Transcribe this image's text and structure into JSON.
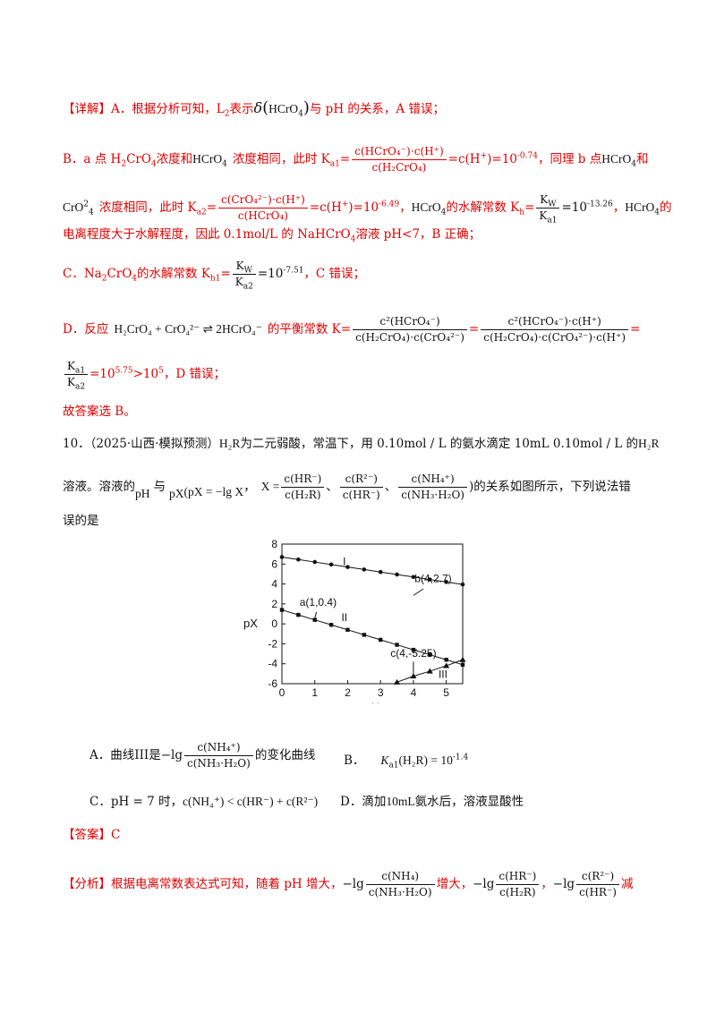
{
  "detail": {
    "tag": "【详解】",
    "a1": "A．根据分析可知，L",
    "a1_sub": "2",
    "a2": "表示",
    "a_delta": "δ",
    "a_species": "HCrO",
    "a_species_sub": "4",
    "a3": "与 pH 的关系，A 错误；",
    "b1": "B．a 点 H",
    "b1_s1": "2",
    "b1_m": "CrO",
    "b1_s2": "4",
    "b1_e": "浓度和",
    "b_hcro4": "HCrO",
    "b_hcro4_sub": "4",
    "b2": "浓度相同，此时 K",
    "b2_sub": "a1",
    "b2_eq": "=",
    "b_frac1_num": "c(HCrO₄⁻)⋅c(H⁺)",
    "b_frac1_den": "c(H₂CrO₄)",
    "b3": "=c(H",
    "b3_sup": "+",
    "b3_m": ")=10",
    "b3_exp": "-0.74",
    "b3_e": "，同理 b 点",
    "b4": "和",
    "c_cro4": "CrO",
    "c_cro4_sup": "2",
    "c_cro4_sub": "4",
    "c1": "浓度相同，此时 K",
    "c1_sub": "a2",
    "c_frac_num": "c(CrO₄²⁻)⋅c(H⁺)",
    "c_frac_den": "c(HCrO₄)",
    "c2": "=c(H",
    "c2_sup": "+",
    "c2_m": ")=10",
    "c2_exp": "-6.49",
    "c2_e": "，",
    "c3": "的水解常数 K",
    "c3_sub": "h",
    "c3_eq": "=",
    "c_kw": "K",
    "c_kw_sub": "W",
    "c_ka1": "K",
    "c_ka1_sub": "a1",
    "c4": "=10",
    "c4_exp": "-13.26",
    "c4_e": "，",
    "c5": "的",
    "d1": "电离程度大于水解程度，因此 0.1mol/L 的 NaHCrO",
    "d1_sub": "4",
    "d1_e": "溶液 pH<7，B 正确；",
    "e1": "C．Na",
    "e1_s1": "2",
    "e1_m": "CrO",
    "e1_s2": "4",
    "e1_e": "的水解常数 K",
    "e1_sub": "h1",
    "e1_eq": "=",
    "e_kw": "K",
    "e_kw_sub": "W",
    "e_ka2": "K",
    "e_ka2_sub": "a2",
    "e2": "=10",
    "e2_exp": "-7.51",
    "e2_e": "，C 错误；",
    "f1": "D．反应",
    "f_eq": "H₂CrO₄ + CrO₄²⁻ ⇌ 2HCrO₄⁻",
    "f2": "的平衡常数 K=",
    "f_frac1_num": "c²(HCrO₄⁻)",
    "f_frac1_den": "c(H₂CrO₄)⋅c(CrO₄²⁻)",
    "f_frac2_num": "c²(HCrO₄⁻)⋅c(H⁺)",
    "f_frac2_den": "c(H₂CrO₄)⋅c(CrO₄²⁻)⋅c(H⁺)",
    "f_eq2": "=",
    "g_ka1": "K",
    "g_ka1_sub": "a1",
    "g_ka2": "K",
    "g_ka2_sub": "a2",
    "g1": "=10",
    "g1_exp": "5.75",
    "g1_m": ">10",
    "g1_exp2": "5",
    "g1_e": "，D 错误；",
    "h1": "故答案选 B。"
  },
  "question": {
    "num": "10．（2025·山西·模拟预测）",
    "h2r": "H₂R",
    "q1": "为二元弱酸，常温下，用 0.10mol / L 的氨水滴定 10mL 0.10mol / L 的",
    "q2": "溶液。溶液的",
    "ph": "pH",
    "yu": "与",
    "px": "pX",
    "px_def": "(pX = −lg X",
    "comma": "，",
    "x_eq": "X =",
    "x1_num": "c(HR⁻)",
    "x1_den": "c(H₂R)",
    "x2_num": "c(R²⁻)",
    "x2_den": "c(HR⁻)",
    "x3_num": "c(NH₄⁺)",
    "x3_den": "c(NH₃·H₂O)",
    "sep": "、",
    "q3": ")的关系如图所示，下列说法错",
    "q4": "误的是"
  },
  "chart_data": {
    "type": "line",
    "xlabel": "pH",
    "ylabel": "pX",
    "xlim": [
      0,
      5.5
    ],
    "ylim": [
      -6,
      8
    ],
    "xticks": [
      "0",
      "1",
      "2",
      "3",
      "4",
      "5"
    ],
    "yticks": [
      "8",
      "6",
      "4",
      "2",
      "0",
      "-2",
      "-4",
      "-6"
    ],
    "series": [
      {
        "name": "I",
        "x": [
          0,
          0.5,
          1,
          1.5,
          2,
          2.5,
          3,
          3.5,
          4,
          4.5,
          5,
          5.5
        ],
        "y": [
          6.7,
          6.45,
          6.2,
          5.95,
          5.7,
          5.45,
          5.2,
          4.95,
          4.7,
          4.45,
          4.2,
          3.95
        ],
        "marker": "circle"
      },
      {
        "name": "II",
        "x": [
          0,
          0.5,
          1,
          1.5,
          2,
          2.5,
          3,
          3.5,
          4,
          4.5,
          5,
          5.5
        ],
        "y": [
          1.4,
          0.9,
          0.4,
          -0.1,
          -0.6,
          -1.1,
          -1.6,
          -2.1,
          -2.6,
          -3.1,
          -3.6,
          -4.1
        ],
        "marker": "square"
      },
      {
        "name": "III",
        "x": [
          3.5,
          4,
          4.5,
          5,
          5.5
        ],
        "y": [
          -5.85,
          -5.25,
          -4.75,
          -4.2,
          -3.6
        ],
        "marker": "triangle"
      }
    ],
    "annotations": [
      "b(4,2.7)",
      "a(1,0.4)",
      "c(4,-5.25)",
      "I",
      "II",
      "III"
    ]
  },
  "options": {
    "A_pre": "A．曲线III是",
    "A_lg": "−lg",
    "A_num": "c(NH₄⁺)",
    "A_den": "c(NH₃·H₂O)",
    "A_post": "的变化曲线",
    "B_pre": "B．",
    "B_ka": "K",
    "B_ka_sub": "a1",
    "B_mid": "(H₂R) = 10",
    "B_exp": "-1.4",
    "C_pre": "C．pH = 7 时，",
    "C_expr": "c(NH₄⁺) < c(HR⁻) + c(R²⁻)",
    "D_pre": "D．滴加",
    "D_ml": "10mL",
    "D_post": "氨水后，溶液显酸性"
  },
  "answer": {
    "label": "【答案】C"
  },
  "analysis": {
    "tag": "【分析】",
    "t1": "根据电离常数表达式可知，随着 pH 增大，",
    "lg": "−lg",
    "n1_num": "c(NH₄)",
    "n1_den": "c(NH₃·H₂O)",
    "t2": "增大，",
    "n2_num": "c(HR⁻)",
    "n2_den": "c(H₂R)",
    "comma": "，",
    "n3_num": "c(R²⁻)",
    "n3_den": "c(HR⁻)",
    "t3": "减"
  }
}
